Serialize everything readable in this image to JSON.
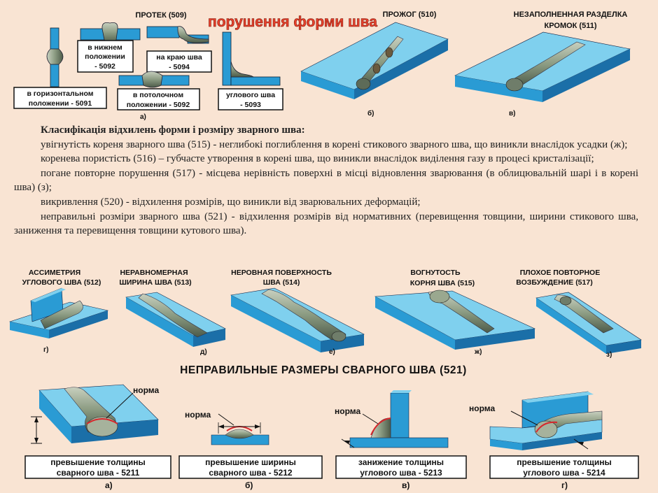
{
  "title": "порушення форми шва",
  "top": {
    "protek_title": "ПРОТЕК (509)",
    "prozhog_title": "ПРОЖОГ (510)",
    "nezap_title_1": "НЕЗАПОЛНЕННАЯ РАЗДЕЛКА",
    "nezap_title_2": "КРОМОК (511)",
    "box_horizontal": [
      "в горизонтальном",
      "положении - 5091"
    ],
    "box_bottom": [
      "в нижнем",
      "положении",
      "- 5092"
    ],
    "box_edge": [
      "на краю шва",
      "- 5094"
    ],
    "box_ceiling": [
      "в потолочном",
      "положении - 5092"
    ],
    "box_fillet": [
      "углового шва",
      "- 5093"
    ],
    "letter_a": "а)",
    "letter_b": "б)",
    "letter_v": "в)"
  },
  "text": {
    "heading": "Класифікація відхилень форми і розміру зварного шва:",
    "items": [
      "увігнутість кореня зварного шва (515) - неглибокі поглиблення в корені стикового зварного шва, що виникли внаслідок усадки (ж);",
      "коренева пористість (516) – губчасте утворення в корені шва, що виникли внаслідок виділення газу в процесі кристалізації;",
      "погане повторне порушення (517) - місцева нерівність поверхні в місці відновлення зварювання (в облицювальній шарі  і в корені  шва) (з);",
      "викривлення  (520) - відхилення  розмірів, що виникли  від зварювальних  деформацій;",
      "неправильні розміри зварного шва (521) - відхилення розмірів від нормативних (перевищення товщини, ширини стикового шва, заниження та перевищення  товщини  кутового шва)."
    ]
  },
  "mid": {
    "asym": [
      "АССИМЕТРИЯ",
      "УГЛОВОГО ШВА (512)"
    ],
    "uneven_width": [
      "НЕРАВНОМЕРНАЯ",
      "ШИРИНА ШВА (513)"
    ],
    "uneven_surface": [
      "НЕРОВНАЯ ПОВЕРХНОСТЬ",
      "ШВА  (514)"
    ],
    "concave_root": [
      "ВОГНУТОСТЬ",
      "КОРНЯ ШВА (515)"
    ],
    "bad_restart": [
      "ПЛОХОЕ ПОВТОРНОЕ",
      "ВОЗБУЖДЕНИЕ (517)"
    ],
    "letters": [
      "г)",
      "д)",
      "е)",
      "ж)",
      "з)"
    ]
  },
  "bottom": {
    "title": "НЕПРАВИЛЬНЫЕ РАЗМЕРЫ СВАРНОГО ШВА  (521)",
    "norma": "норма",
    "box1": [
      "превышение толщины",
      "сварного шва - 5211"
    ],
    "box2": [
      "превышение ширины",
      "сварного шва - 5212"
    ],
    "box3": [
      "занижение толщины",
      "углового шва - 5213"
    ],
    "box4": [
      "превышение толщины",
      "углового шва - 5214"
    ],
    "letters": [
      "а)",
      "б)",
      "в)",
      "г)"
    ]
  },
  "colors": {
    "background": "#f9e4d3",
    "plate_top": "#7fd0ee",
    "plate_front": "#2a9bd4",
    "plate_side": "#1b6fa8",
    "weld": "#8a9a80",
    "title_red": "#e9412b",
    "norma_red": "#d7262b"
  }
}
